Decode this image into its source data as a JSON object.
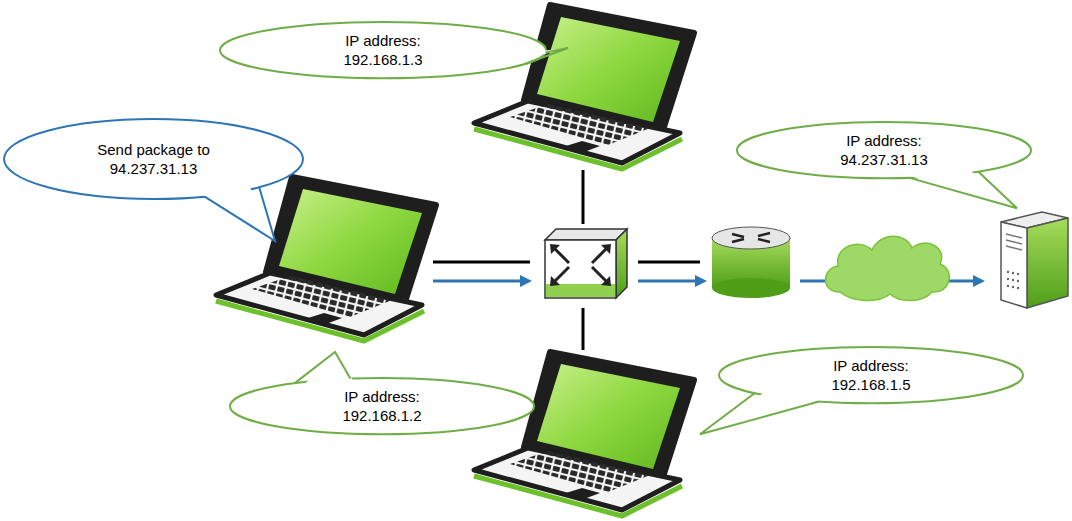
{
  "diagram": {
    "nodes": [
      {
        "text": [
          "IP address: 192.168.1.3"
        ]
      },
      {
        "text": [
          "Send package to 94.237.31.13"
        ]
      },
      {
        "text": [
          "IP address: 94.237.31.13"
        ]
      },
      {
        "text": [
          "IP address: 192.168.1.5"
        ]
      },
      {
        "text": [
          "IP address: 192.168.1.2"
        ]
      }
    ]
  }
}
